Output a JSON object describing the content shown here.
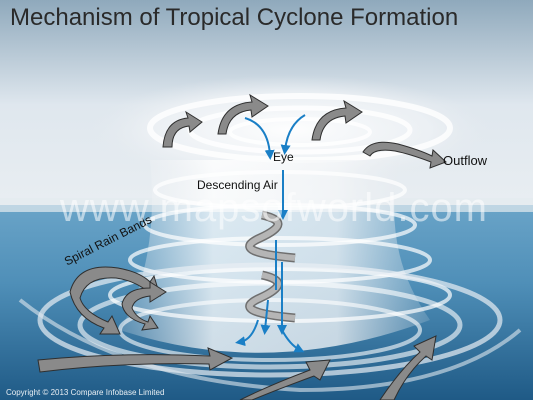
{
  "title": "Mechanism of Tropical Cyclone Formation",
  "labels": {
    "eye": "Eye",
    "descending_air": "Descending Air",
    "outflow": "Outflow",
    "spiral_rain_bands": "Spiral Rain Bands"
  },
  "watermark": "www.mapsofworld.com",
  "copyright": "Copyright © 2013 Compare Infobase Limited",
  "colors": {
    "sky_top": "#8fa9bc",
    "sky_mid": "#dfe7ee",
    "sea_top": "#4f8fb8",
    "sea_bottom": "#1f5a86",
    "arrow_fill": "#8a8a8a",
    "arrow_stroke": "#2f2f2f",
    "descending_arrow": "#1a7fc6",
    "cloud": "#f2f4f6"
  }
}
